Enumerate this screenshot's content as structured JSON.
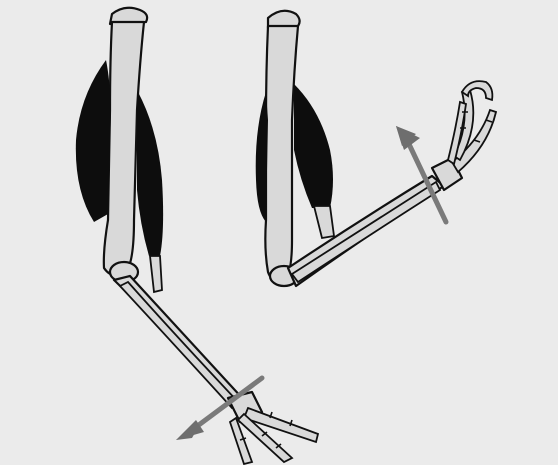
{
  "figure": {
    "description_none": "",
    "colors": {
      "background": "#ebebeb",
      "bone_fill": "#d9d9d9",
      "outline": "#111111",
      "muscle": "#0d0d0d",
      "arrow": "#6e6e6e"
    },
    "panels": [
      {
        "id": "extended-limb",
        "state": "extended"
      },
      {
        "id": "flexed-limb",
        "state": "flexed"
      }
    ]
  }
}
